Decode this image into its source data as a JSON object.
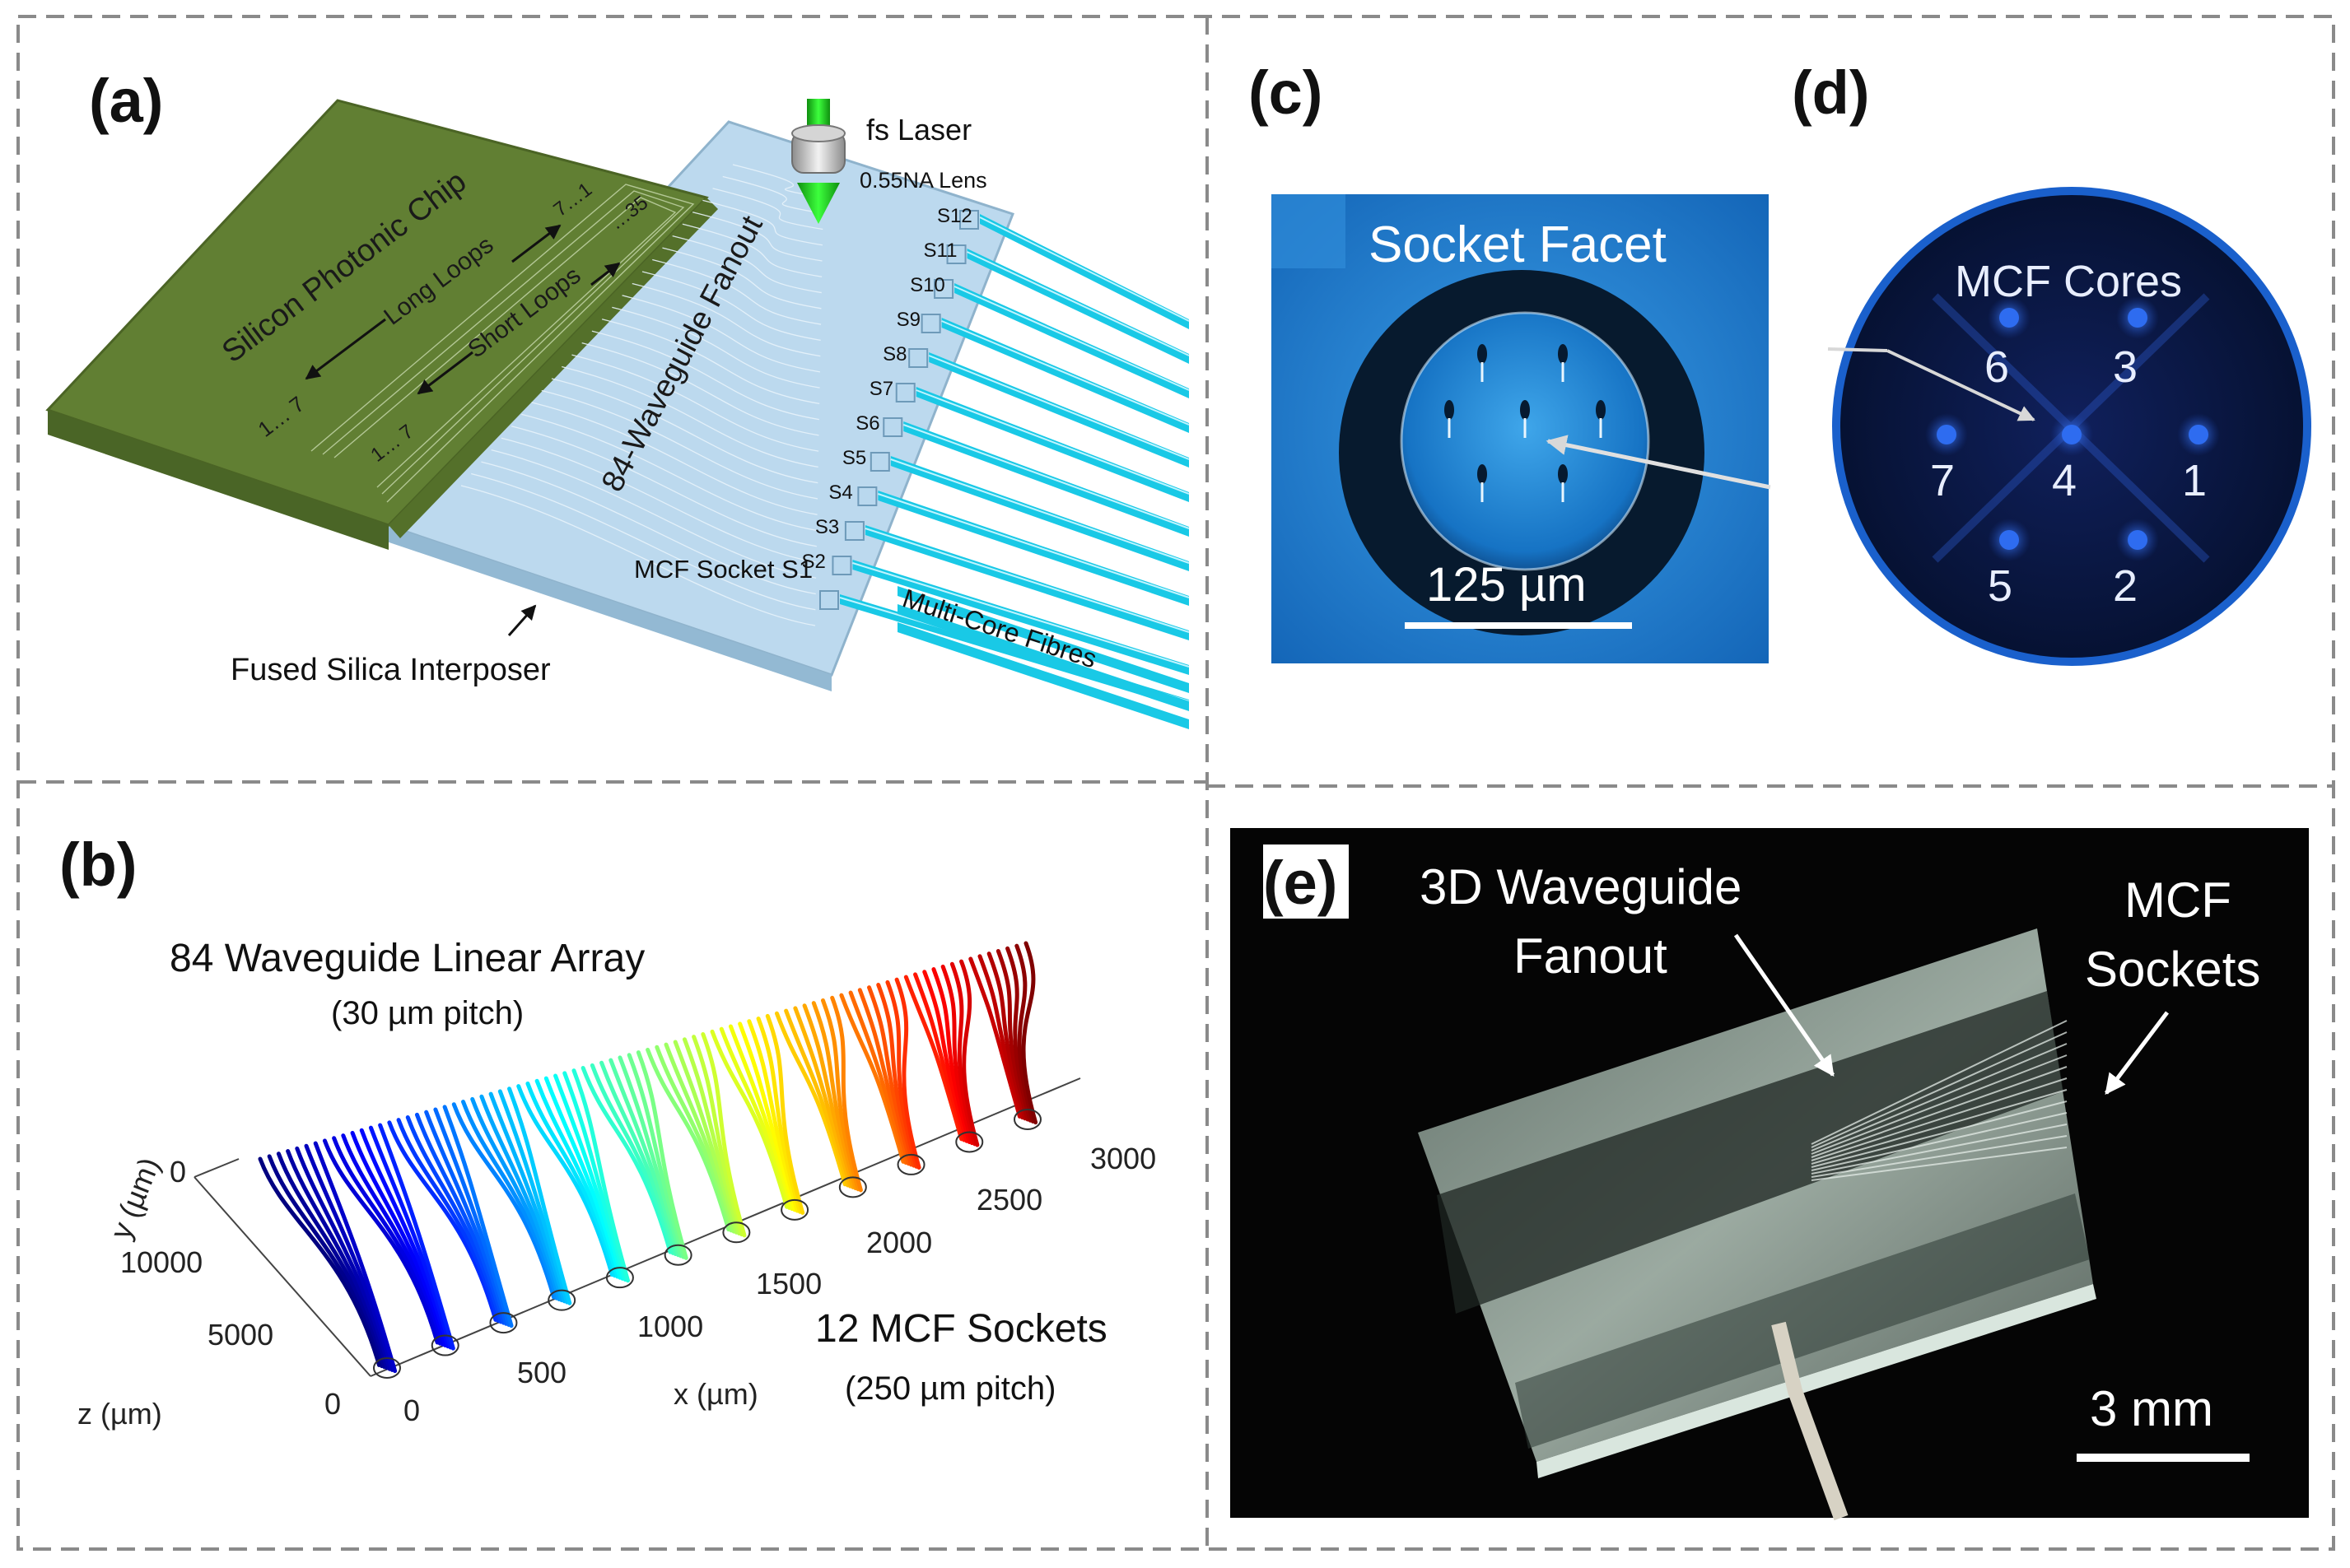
{
  "panels": {
    "a": {
      "label": "(a)",
      "laser": "fs Laser",
      "lens": "0.55NA Lens",
      "chip": "Silicon Photonic Chip",
      "long_loops": "Long Loops",
      "short_loops": "Short Loops",
      "loop_start_long": "1… 7",
      "loop_end_long": "7…1",
      "loop_start_short": "1… 7",
      "loop_end_short": "…35",
      "fanout": "84-Waveguide Fanout",
      "sockets": [
        "S12",
        "S11",
        "S10",
        "S9",
        "S8",
        "S7",
        "S6",
        "S5",
        "S4",
        "S3",
        "S2"
      ],
      "socket_s1": "MCF Socket S1",
      "interposer": "Fused Silica Interposer",
      "fibres": "Multi-Core Fibres",
      "colors": {
        "chip": "#5e7d31",
        "interposer": "#b9d8ee",
        "fibre": "#19c9e6",
        "laser": "#22cc22"
      }
    },
    "b": {
      "label": "(b)",
      "array_title": "84 Waveguide Linear Array",
      "array_pitch": "(30 µm pitch)",
      "sockets_title": "12 MCF Sockets",
      "sockets_pitch": "(250 µm pitch)",
      "x_label": "x (µm)",
      "y_label": "y (µm)",
      "z_label": "z (µm)",
      "x_ticks": [
        "0",
        "500",
        "1000",
        "1500",
        "2000",
        "2500",
        "3000"
      ],
      "y_ticks": [
        "0",
        "5000",
        "10000"
      ],
      "z_ticks": [
        "0",
        "0"
      ],
      "colormap": "jet"
    },
    "c": {
      "label": "(c)",
      "title": "Socket Facet",
      "scale": "125 µm"
    },
    "d": {
      "label": "(d)",
      "title": "MCF Cores",
      "cores": [
        {
          "id": "6",
          "pos": "top-left"
        },
        {
          "id": "3",
          "pos": "top-right"
        },
        {
          "id": "7",
          "pos": "left"
        },
        {
          "id": "4",
          "pos": "center"
        },
        {
          "id": "1",
          "pos": "right"
        },
        {
          "id": "5",
          "pos": "bottom-left"
        },
        {
          "id": "2",
          "pos": "bottom-right"
        }
      ]
    },
    "e": {
      "label": "(e)",
      "fanout_line1": "3D Waveguide",
      "fanout_line2": "Fanout",
      "sockets_line1": "MCF",
      "sockets_line2": "Sockets",
      "scale": "3 mm"
    }
  }
}
